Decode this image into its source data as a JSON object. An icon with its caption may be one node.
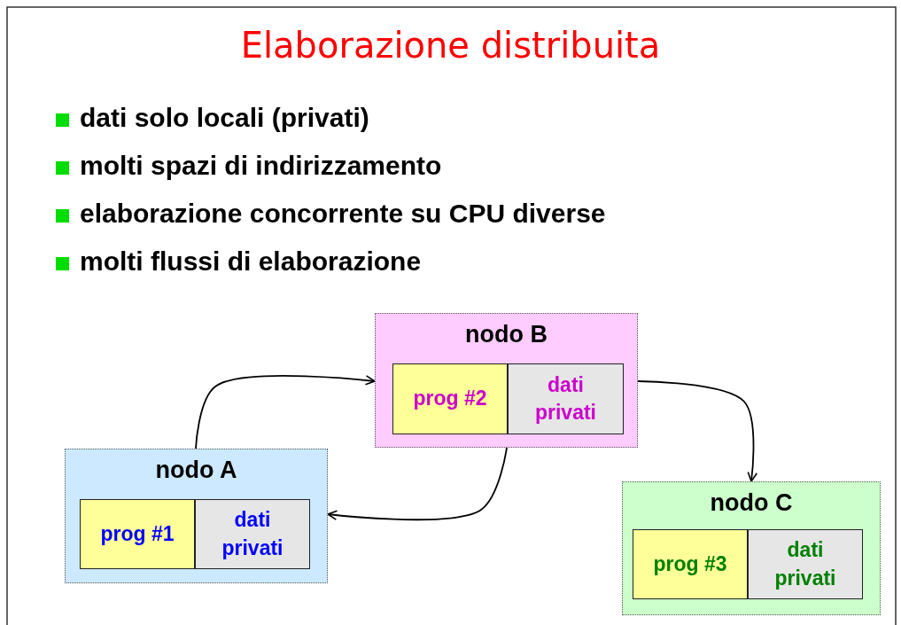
{
  "diagram": {
    "title": "Elaborazione distribuita",
    "nodes": [
      {
        "text": [
          "nodo B"
        ]
      },
      {
        "text": [
          "prog #2"
        ],
        "in": 0
      },
      {
        "text": [
          "dati privati"
        ],
        "in": 0
      },
      {
        "text": [
          "nodo A"
        ]
      },
      {
        "text": [
          "prog #1"
        ],
        "in": 3
      },
      {
        "text": [
          "dati privati"
        ],
        "in": 3
      },
      {
        "text": [
          "nodo C"
        ]
      },
      {
        "text": [
          "prog #3"
        ],
        "in": 6
      },
      {
        "text": [
          "dati privati"
        ],
        "in": 6
      }
    ],
    "edges": [
      {
        "from": 3,
        "to": 0,
        "arrow": "to"
      },
      {
        "from": 0,
        "to": 3,
        "arrow": "to"
      },
      {
        "from": 0,
        "to": 6,
        "arrow": "to"
      }
    ],
    "labels": [
      "dati solo locali (privati)",
      "molti spazi di indirizzamento",
      "elaborazione concorrente su CPU diverse",
      "molti flussi di elaborazione"
    ]
  }
}
